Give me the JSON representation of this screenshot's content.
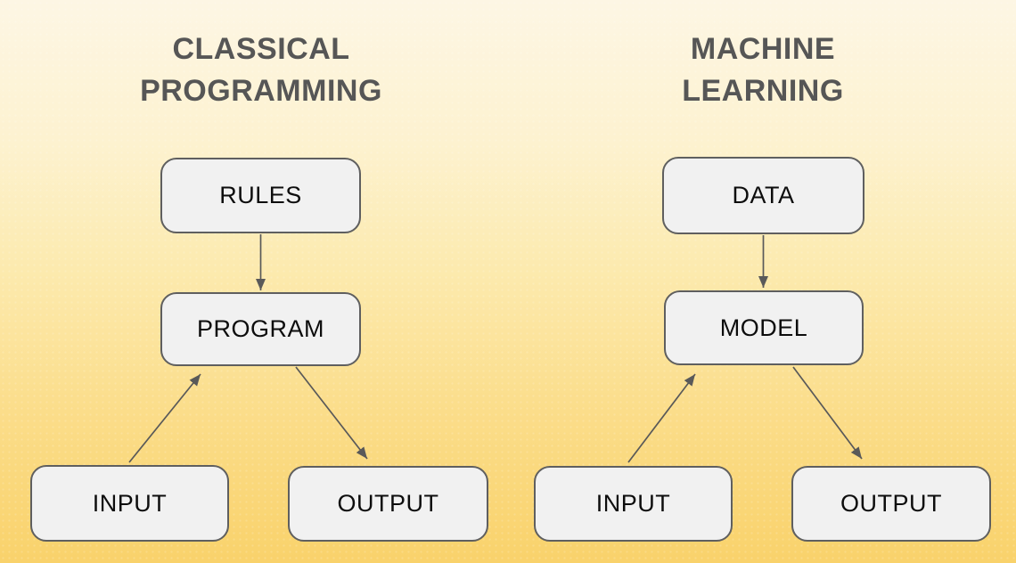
{
  "titles": {
    "left": [
      "CLASSICAL",
      "PROGRAMMING"
    ],
    "right": [
      "MACHINE",
      "LEARNING"
    ]
  },
  "nodes": {
    "rules": "RULES",
    "program": "PROGRAM",
    "input_left": "INPUT",
    "output_left": "OUTPUT",
    "data": "DATA",
    "model": "MODEL",
    "input_right": "INPUT",
    "output_right": "OUTPUT"
  },
  "edges": [
    {
      "from": "RULES",
      "to": "PROGRAM"
    },
    {
      "from": "INPUT",
      "to": "PROGRAM"
    },
    {
      "from": "PROGRAM",
      "to": "OUTPUT"
    },
    {
      "from": "DATA",
      "to": "MODEL"
    },
    {
      "from": "INPUT",
      "to": "MODEL"
    },
    {
      "from": "MODEL",
      "to": "OUTPUT"
    }
  ],
  "colors": {
    "bg_top": "#fdf6e4",
    "bg_upper": "#fdf2d0",
    "bg_mid": "#fceaae",
    "bg_lower": "#fbdd8a",
    "bg_bottom": "#f9d26b",
    "node_fill": "#f1f1f1",
    "node_border": "#5f5f5f",
    "node_text": "#0d0d0d",
    "title_text": "#565656",
    "arrow": "#595959"
  }
}
